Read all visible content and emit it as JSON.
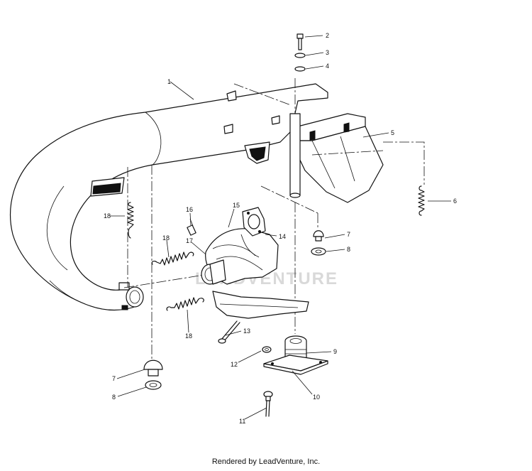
{
  "watermark": "LEADVENTURE",
  "footer": "Rendered by LeadVenture, Inc.",
  "callouts": {
    "c1": "1",
    "c2": "2",
    "c3": "3",
    "c4": "4",
    "c5": "5",
    "c6": "6",
    "c7a": "7",
    "c7b": "7",
    "c8a": "8",
    "c8b": "8",
    "c9": "9",
    "c10": "10",
    "c11": "11",
    "c12": "12",
    "c13": "13",
    "c14": "14",
    "c15": "15",
    "c16": "16",
    "c17": "17",
    "c18a": "18",
    "c18b": "18",
    "c18c": "18"
  }
}
